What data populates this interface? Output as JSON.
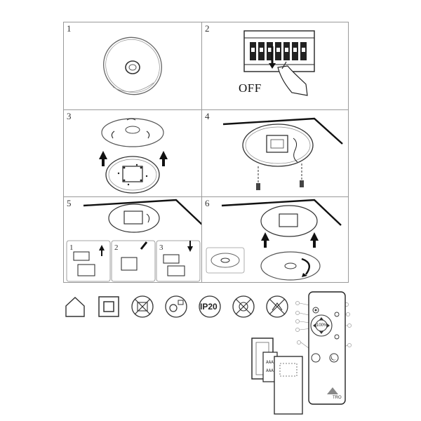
{
  "steps": [
    {
      "number": "1"
    },
    {
      "number": "2",
      "caption": "OFF"
    },
    {
      "number": "3"
    },
    {
      "number": "4"
    },
    {
      "number": "5",
      "substeps": [
        "1",
        "2",
        "3"
      ]
    },
    {
      "number": "6"
    }
  ],
  "symbols": {
    "ip_rating": "IP20"
  },
  "remote": {
    "center_label": "100%",
    "brand": "TRO"
  },
  "icons": [
    "indoor-house-icon",
    "double-insulation-icon",
    "no-insulation-cover-icon",
    "lamp-distance-icon",
    "no-dimmer-icon",
    "no-wet-surface-icon"
  ]
}
